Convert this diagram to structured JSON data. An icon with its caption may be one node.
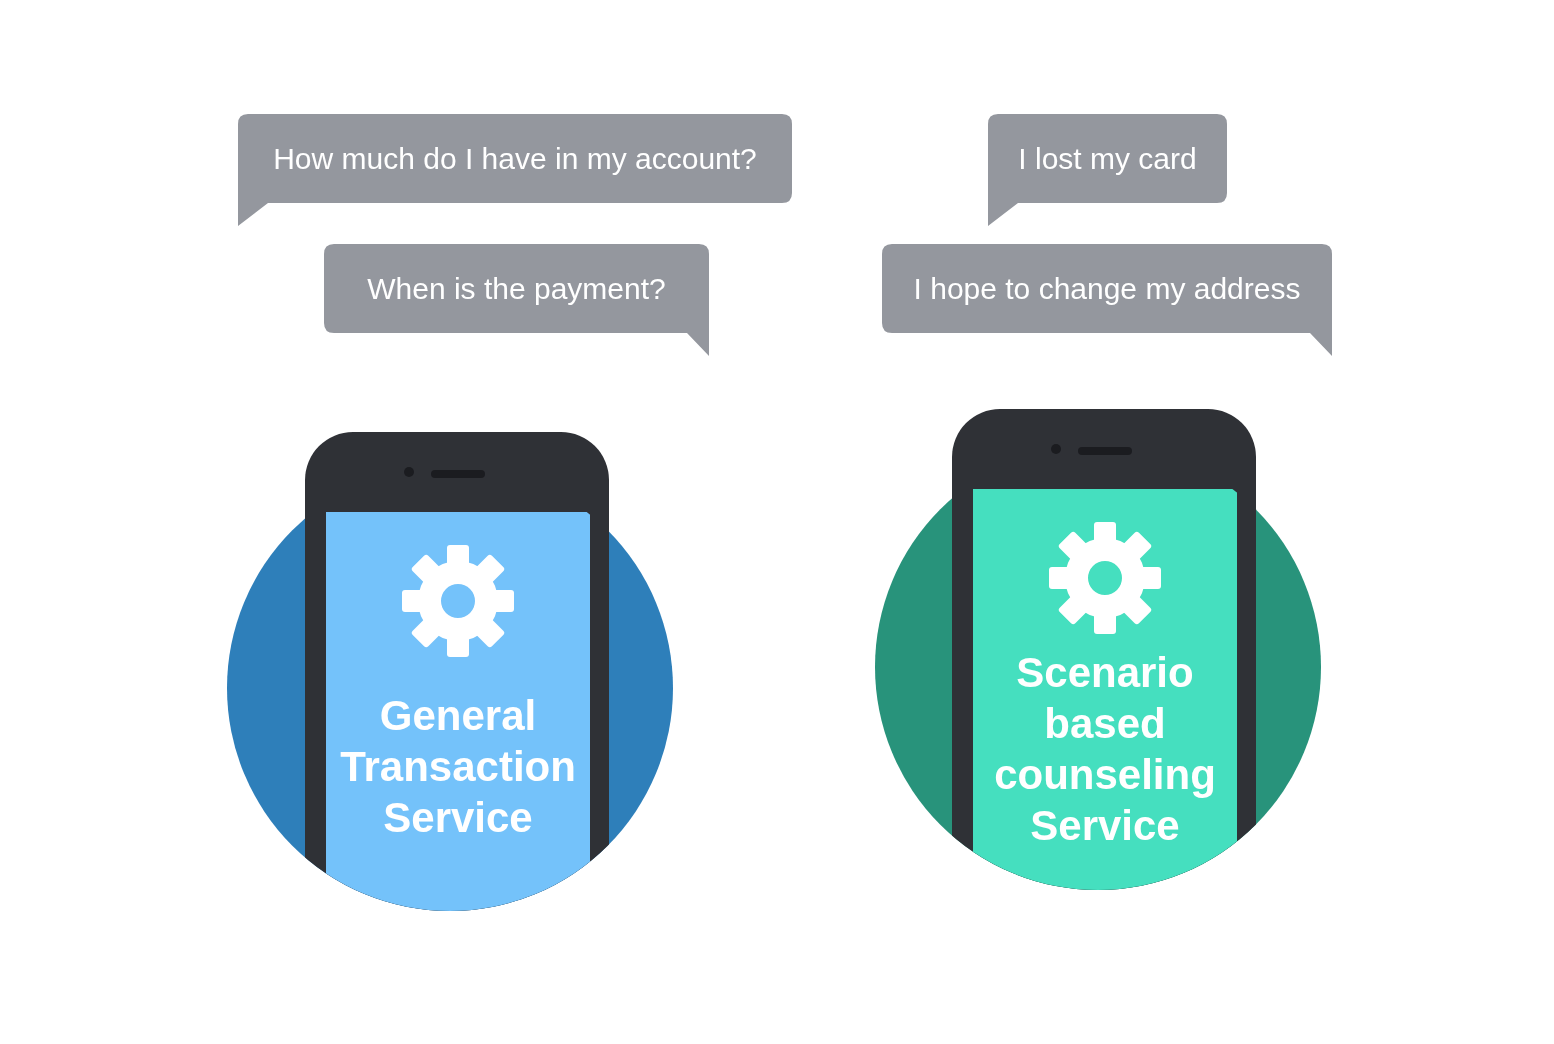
{
  "diagram": {
    "nodes": [
      {
        "text": [
          "How much do I have in my account?"
        ]
      },
      {
        "text": [
          "When is the payment?"
        ]
      },
      {
        "text": [
          "I lost my card"
        ]
      },
      {
        "text": [
          "I hope to change my address"
        ]
      },
      {
        "text": [
          "General Transaction Service"
        ]
      },
      {
        "text": [
          "Scenario based counseling Service"
        ]
      }
    ]
  }
}
